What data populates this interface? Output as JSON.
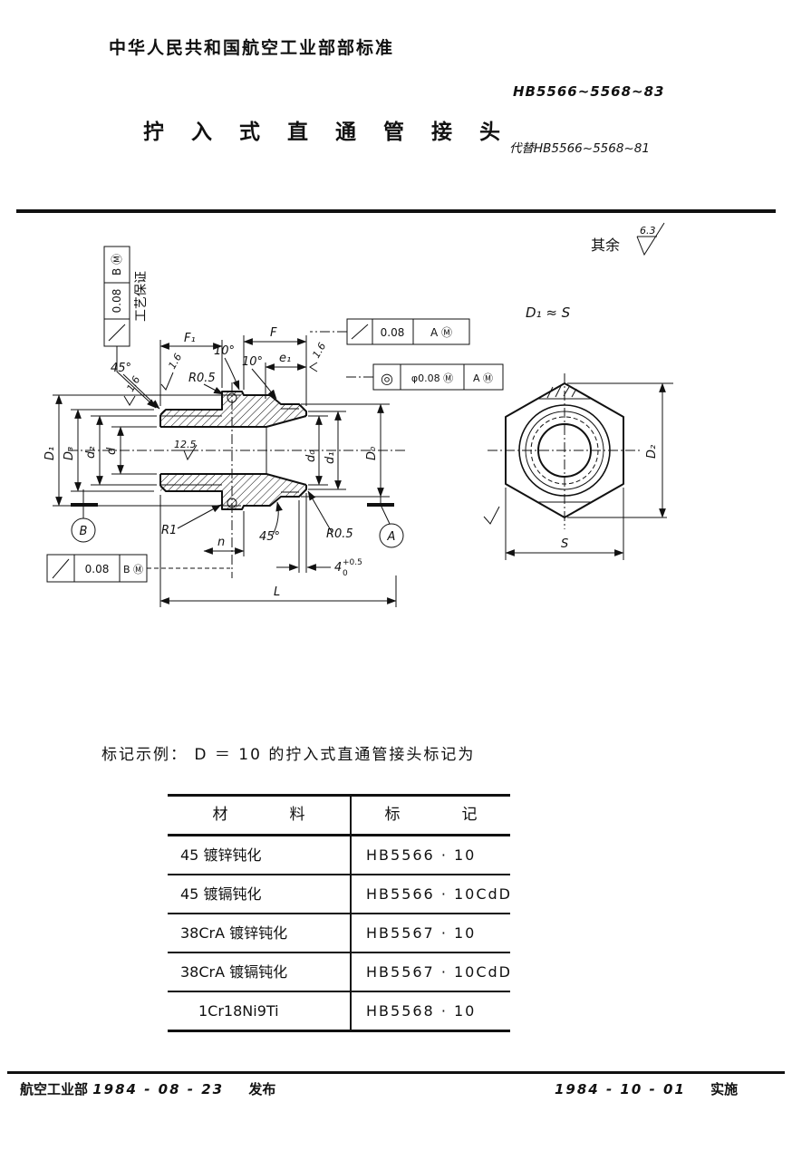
{
  "document": {
    "authority_line": "中华人民共和国航空工业部部标准",
    "standard_no": "HB5566~5568~83",
    "title": "拧入式直通管接头",
    "replaces": "代替HB5566~5568~81"
  },
  "drawing": {
    "general_roughness_label": "其余",
    "general_roughness_value": "6.3",
    "note_d1_s": "D₁ ≈ S",
    "process_note": "工艺保证",
    "fcf_vertical": {
      "symbol": "∕",
      "tol": "0.08",
      "datum": "B Ⓜ"
    },
    "fcf_top": {
      "symbol": "∕",
      "tol": "0.08",
      "datum": "A Ⓜ"
    },
    "fcf_concentricity": {
      "symbol": "◎",
      "tol": "φ0.08 Ⓜ",
      "datum": "A Ⓜ"
    },
    "fcf_bottom": {
      "symbol": "∕",
      "tol": "0.08",
      "datum": "B Ⓜ"
    },
    "labels": {
      "f1": "F₁",
      "f": "F",
      "e1": "e₁",
      "angle45_top": "45°",
      "angle10_1": "10°",
      "angle10_2": "10°",
      "r05_top": "R0.5",
      "r05_bot": "R0.5",
      "r1": "R1",
      "n": "n",
      "angle45_bot": "45°",
      "rough_16_a": "1.6",
      "rough_16_b": "1.6",
      "rough_16_c": "1.6",
      "rough_125": "12.5",
      "cap_d1": "D₁",
      "cap_d3": "D₃",
      "low_d2": "d₂",
      "low_d": "d",
      "low_d0": "d₀",
      "low_d1": "d₁",
      "cap_d0": "D₀",
      "dim4": "4",
      "dim4_plus": "+0.5",
      "dim4_minus": "0",
      "L": "L",
      "datum_a": "A",
      "datum_b": "B",
      "cap_d2": "D₂",
      "s": "S"
    }
  },
  "example_line": "标记示例： D ＝ 10 的拧入式直通管接头标记为",
  "table": {
    "header_material": "材　　　　料",
    "header_marking": "标　　　　记",
    "rows": [
      {
        "material": "45 镀锌钝化",
        "marking": "HB5566 · 10"
      },
      {
        "material": "45 镀镉钝化",
        "marking": "HB5566 · 10CdD"
      },
      {
        "material": "38CrA 镀锌钝化",
        "marking": "HB5567 · 10"
      },
      {
        "material": "38CrA 镀镉钝化",
        "marking": "HB5567 · 10CdD"
      },
      {
        "material": "1Cr18Ni9Ti",
        "marking": "HB5568 · 10"
      }
    ]
  },
  "footer": {
    "issuer": "航空工业部",
    "issue_date": "1984 - 08 - 23",
    "issue_label": "发布",
    "impl_date": "1984 - 10 - 01",
    "impl_label": "实施"
  }
}
